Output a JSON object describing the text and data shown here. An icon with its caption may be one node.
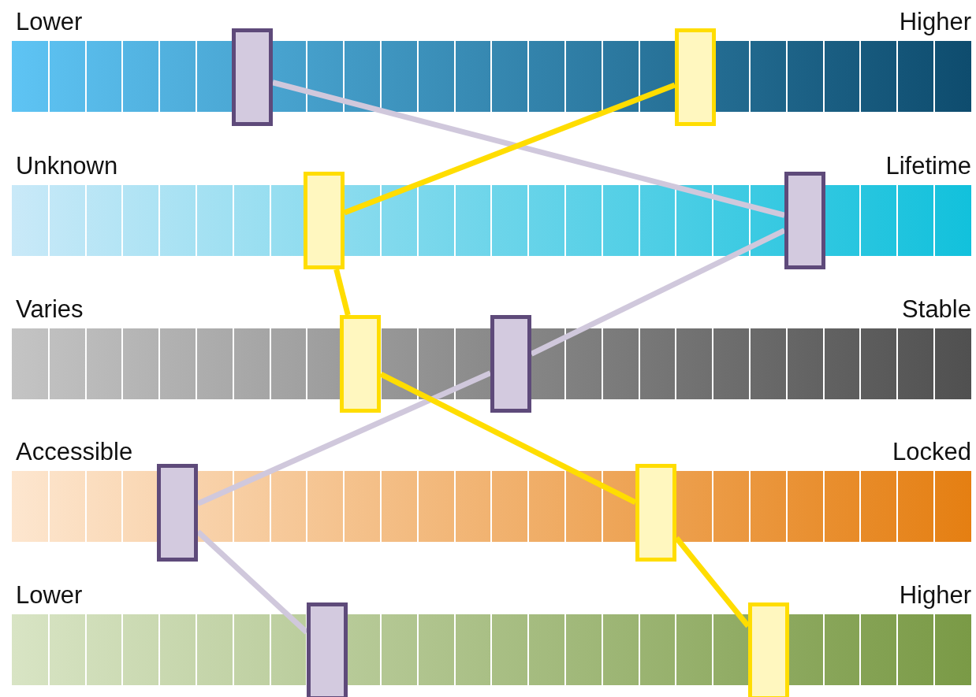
{
  "diagram": {
    "nodes": [
      {
        "text": [],
        "shape": "box"
      },
      {
        "text": [],
        "shape": "box"
      },
      {
        "text": [],
        "shape": "box"
      },
      {
        "text": [],
        "shape": "box"
      },
      {
        "text": [],
        "shape": "box"
      },
      {
        "text": [],
        "shape": "box"
      },
      {
        "text": [],
        "shape": "box"
      },
      {
        "text": [],
        "shape": "box"
      },
      {
        "text": [],
        "shape": "box"
      },
      {
        "text": [],
        "shape": "box"
      }
    ],
    "edges": [
      {
        "from": 0,
        "to": 3,
        "arrow": "none",
        "color": "#d0c8dc"
      },
      {
        "from": 3,
        "to": 5,
        "arrow": "none",
        "color": "#d0c8dc"
      },
      {
        "from": 5,
        "to": 6,
        "arrow": "none",
        "color": "#d0c8dc"
      },
      {
        "from": 6,
        "to": 8,
        "arrow": "none",
        "color": "#d0c8dc"
      },
      {
        "from": 1,
        "to": 2,
        "arrow": "none",
        "color": "#ffdd00"
      },
      {
        "from": 2,
        "to": 4,
        "arrow": "none",
        "color": "#ffdd00"
      },
      {
        "from": 4,
        "to": 7,
        "arrow": "none",
        "color": "#ffdd00"
      },
      {
        "from": 7,
        "to": 9,
        "arrow": "none",
        "color": "#ffdd00"
      }
    ],
    "labels": [
      "Lower",
      "Higher",
      "Unknown",
      "Lifetime",
      "Varies",
      "Stable",
      "Accessible",
      "Locked",
      "Lower",
      "Higher"
    ]
  }
}
